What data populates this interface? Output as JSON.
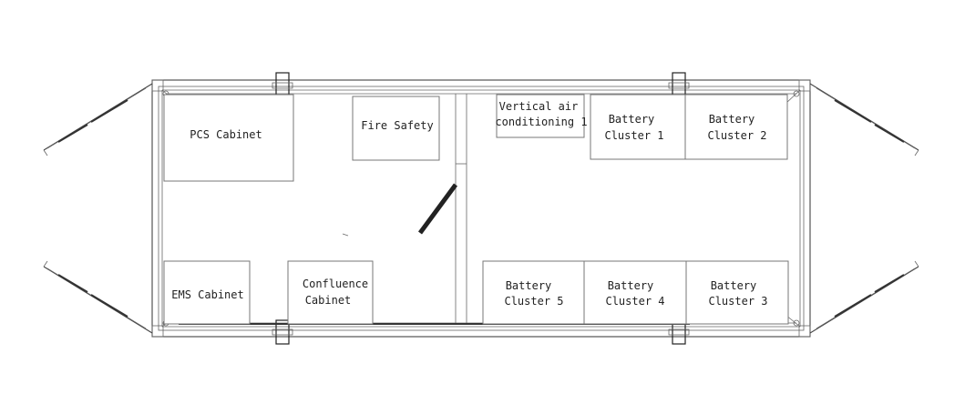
{
  "rooms": {
    "pcs": "PCS Cabinet",
    "fire": "Fire Safety",
    "hvac_line1": "Vertical air",
    "hvac_line2": "conditioning 1",
    "bc1_line1": "Battery",
    "bc1_line2": "Cluster 1",
    "bc2_line1": "Battery",
    "bc2_line2": "Cluster 2",
    "ems": "EMS Cabinet",
    "conf_line1": "Confluence",
    "conf_line2": "Cabinet",
    "bc5_line1": "Battery",
    "bc5_line2": "Cluster 5",
    "bc4_line1": "Battery",
    "bc4_line2": "Cluster 4",
    "bc3_line1": "Battery",
    "bc3_line2": "Cluster 3"
  },
  "colors": {
    "line": "#555555",
    "dark": "#222222",
    "background": "#ffffff"
  }
}
